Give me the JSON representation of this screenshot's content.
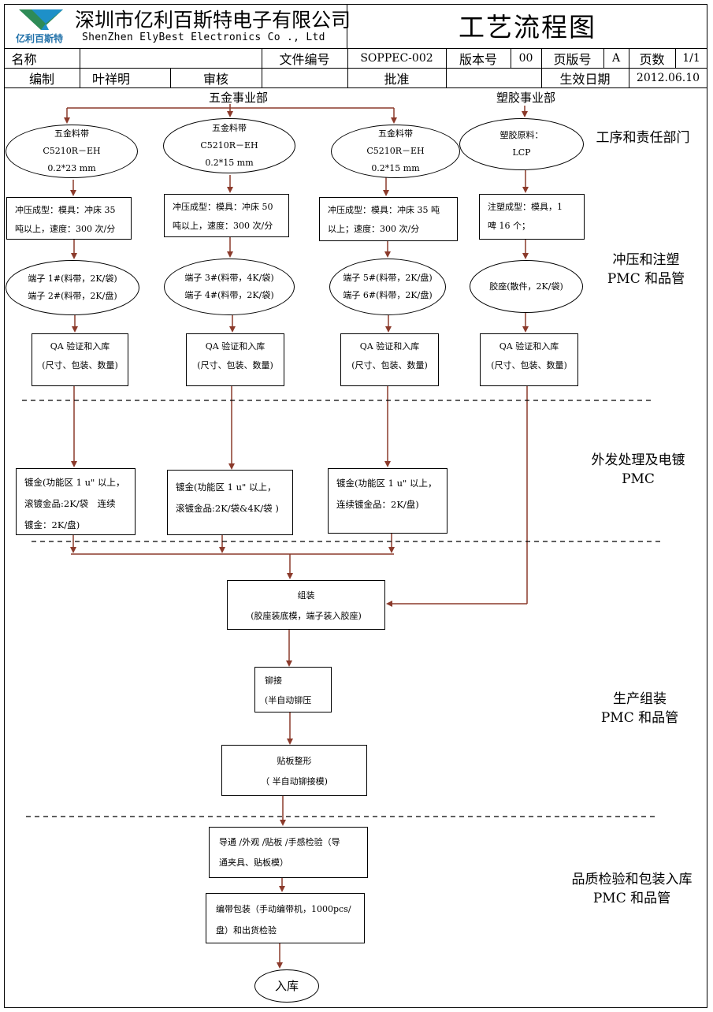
{
  "header": {
    "logo_text": "亿利百斯特",
    "company_cn": "深圳市亿利百斯特电子有限公司",
    "company_en": "ShenZhen ElyBest Electronics Co ., Ltd",
    "doc_title": "工艺流程图",
    "row1": [
      "名称",
      "",
      "文件编号",
      "SOPPEC-002",
      "版本号",
      "00",
      "页版号",
      "A",
      "页数",
      "1/1"
    ],
    "row2": [
      "编制",
      "叶祥明",
      "审核",
      "",
      "批准",
      "",
      "生效日期",
      "2012.06.10"
    ]
  },
  "departments": {
    "hardware": "五金事业部",
    "plastic": "塑胶事业部"
  },
  "side_labels": {
    "s1": [
      "工序和责任部门"
    ],
    "s2": [
      "冲压和注塑",
      "PMC 和品管"
    ],
    "s3": [
      "外发处理及电镀",
      "PMC"
    ],
    "s4": [
      "生产组装",
      "PMC 和品管"
    ],
    "s5": [
      "品质检验和包装入库",
      "PMC 和品管"
    ]
  },
  "materials": [
    [
      "五金料带",
      "C5210R－EH",
      "0.2*23 mm"
    ],
    [
      "五金料带",
      "C5210R－EH",
      "0.2*15 mm"
    ],
    [
      "五金料带",
      "C5210R－EH",
      "0.2*15 mm"
    ],
    [
      "塑胶原料：",
      "LCP"
    ]
  ],
  "forming": [
    [
      "冲压成型：模具：冲床 35",
      "吨以上，速度：300 次/分"
    ],
    [
      "冲压成型：模具：冲床 50",
      "吨以上，速度：300 次/分"
    ],
    [
      "冲压成型：模具：冲床 35 吨",
      "以上；速度：300 次/分"
    ],
    [
      "注塑成型：模具，1",
      "啤 16 个；"
    ]
  ],
  "terminals": [
    [
      "端子 1#(料带，2K/袋)",
      "端子 2#(料带，2K/盘)"
    ],
    [
      "端子 3#(料带，4K/袋)",
      "端子 4#(料带，2K/袋)"
    ],
    [
      "端子 5#(料带，2K/盘)",
      "端子 6#(料带，2K/盘)"
    ],
    [
      "胶座(散件，2K/袋)"
    ]
  ],
  "qa": [
    "QA 验证和入库",
    "(尺寸、包装、数量)"
  ],
  "plating": [
    [
      "镀金(功能区 1 u\" 以上，",
      "滚镀金品:2K/袋　连续",
      "镀金：2K/盘)"
    ],
    [
      "镀金(功能区 1 u\" 以上，",
      "滚镀金品:2K/袋&4K/袋 )"
    ],
    [
      "镀金(功能区 1 u\" 以上，",
      "连续镀金品：2K/盘)"
    ]
  ],
  "assembly": [
    "组装",
    "(胶座装底模，端子装入胶座)"
  ],
  "riveting": [
    "铆接",
    "(半自动铆压"
  ],
  "board": [
    "贴板整形",
    "（ 半自动铆接模)"
  ],
  "inspection": [
    "导通 /外观 /贴板 /手感检验（导",
    "通夹具、贴板模）"
  ],
  "packing": [
    "编带包装（手动编带机，1000pcs/",
    "盘）和出货检验"
  ],
  "storage": "入库",
  "colors": {
    "arrow": "#8B3A2B",
    "border": "#000000",
    "logo_green": "#2E8B57",
    "logo_blue": "#1E90C8"
  }
}
